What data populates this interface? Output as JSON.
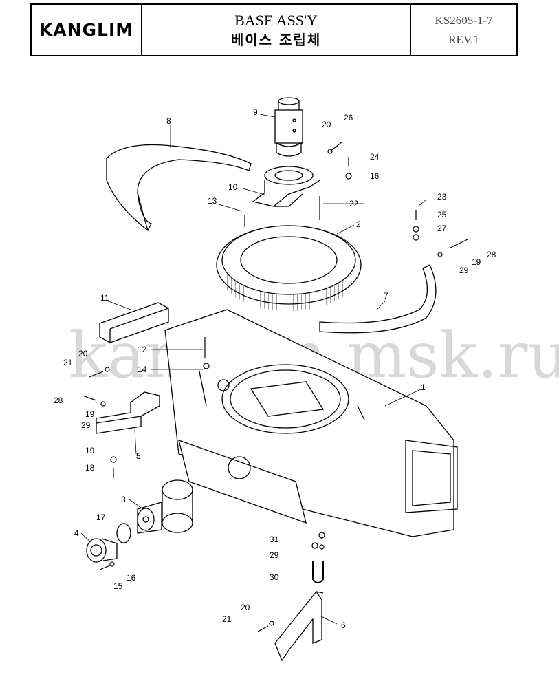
{
  "header": {
    "logo": "KANGLIM",
    "title_en": "BASE ASS'Y",
    "title_ko": "베이스 조립체",
    "doc_code": "KS2605-1-7",
    "revision": "REV.1"
  },
  "watermark": "kanglim.msk.ru",
  "callouts": {
    "p1": "1",
    "p2": "2",
    "p3": "3",
    "p4": "4",
    "p5": "5",
    "p6": "6",
    "p7": "7",
    "p8": "8",
    "p9": "9",
    "p10": "10",
    "p11": "11",
    "p12": "12",
    "p13": "13",
    "p14": "14",
    "p15": "15",
    "p16a": "16",
    "p16b": "16",
    "p17": "17",
    "p18": "18",
    "p19a": "19",
    "p19b": "19",
    "p19c": "19",
    "p20a": "20",
    "p20b": "20",
    "p20c": "20",
    "p21a": "21",
    "p21b": "21",
    "p22": "22",
    "p23": "23",
    "p24": "24",
    "p25": "25",
    "p26": "26",
    "p27": "27",
    "p28a": "28",
    "p28b": "28",
    "p29a": "29",
    "p29b": "29",
    "p29c": "29",
    "p30": "30",
    "p31": "31"
  }
}
